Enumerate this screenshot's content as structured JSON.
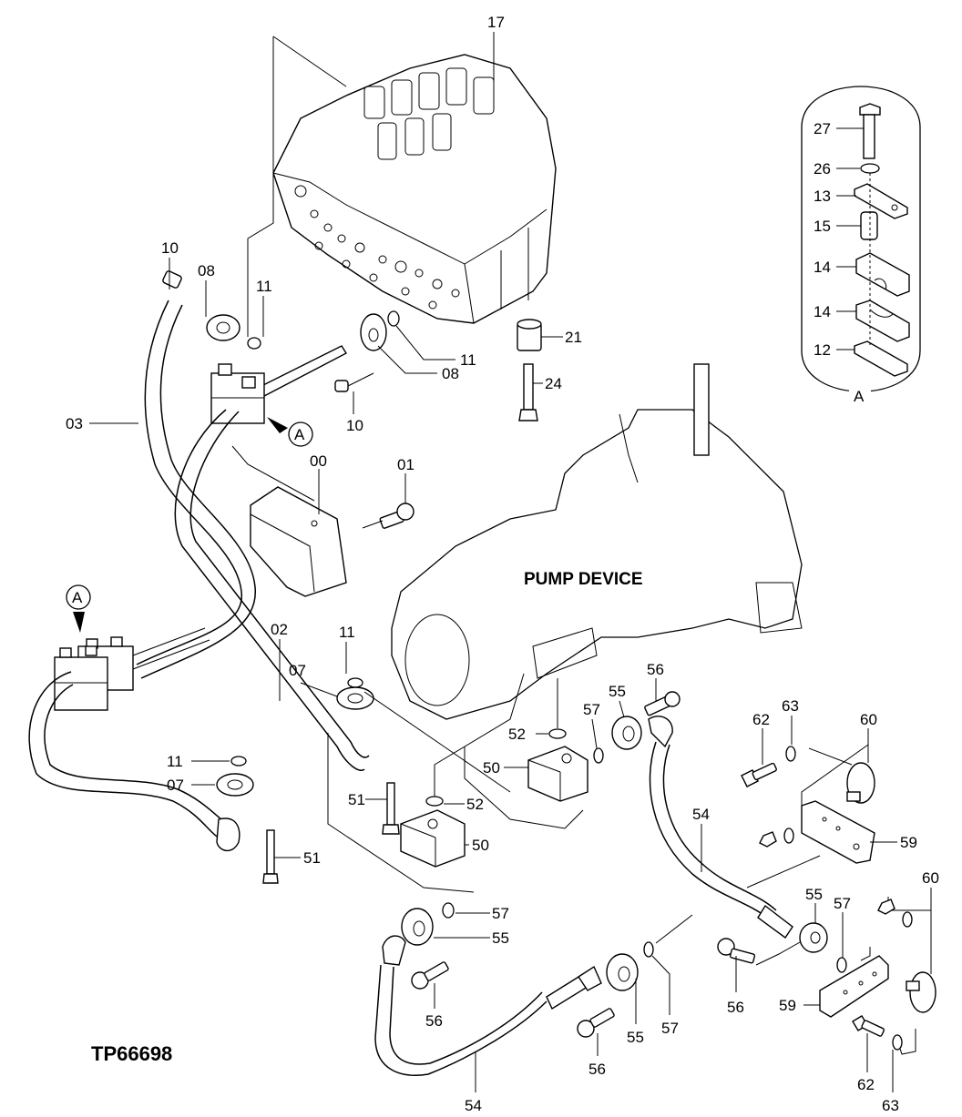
{
  "diagram": {
    "title": "PUMP DEVICE",
    "figure_number": "TP66698",
    "detail_view": {
      "label": "A",
      "callouts": [
        "27",
        "26",
        "13",
        "15",
        "14",
        "14",
        "12"
      ]
    },
    "detail_markers": [
      "A",
      "A"
    ],
    "callouts": {
      "c17": "17",
      "c10a": "10",
      "c08a": "08",
      "c11a": "11",
      "c11b": "11",
      "c08b": "08",
      "c21": "21",
      "c24": "24",
      "c10b": "10",
      "c03": "03",
      "c00": "00",
      "c01": "01",
      "c02": "02",
      "c11c": "11",
      "c07a": "07",
      "c11d": "11",
      "c07b": "07",
      "c51a": "51",
      "c51b": "51",
      "c52a": "52",
      "c52b": "52",
      "c50a": "50",
      "c50b": "50",
      "c57a": "57",
      "c55a": "55",
      "c56a": "56",
      "c62a": "62",
      "c63a": "63",
      "c60a": "60",
      "c59a": "59",
      "c54a": "54",
      "c57b": "57",
      "c55b": "55",
      "c56b": "56",
      "c55c": "55",
      "c57c": "57",
      "c56c": "56",
      "c55d": "55",
      "c57d": "57",
      "c56d": "56",
      "c54b": "54",
      "c59b": "59",
      "c60b": "60",
      "c62b": "62",
      "c63b": "63"
    }
  }
}
